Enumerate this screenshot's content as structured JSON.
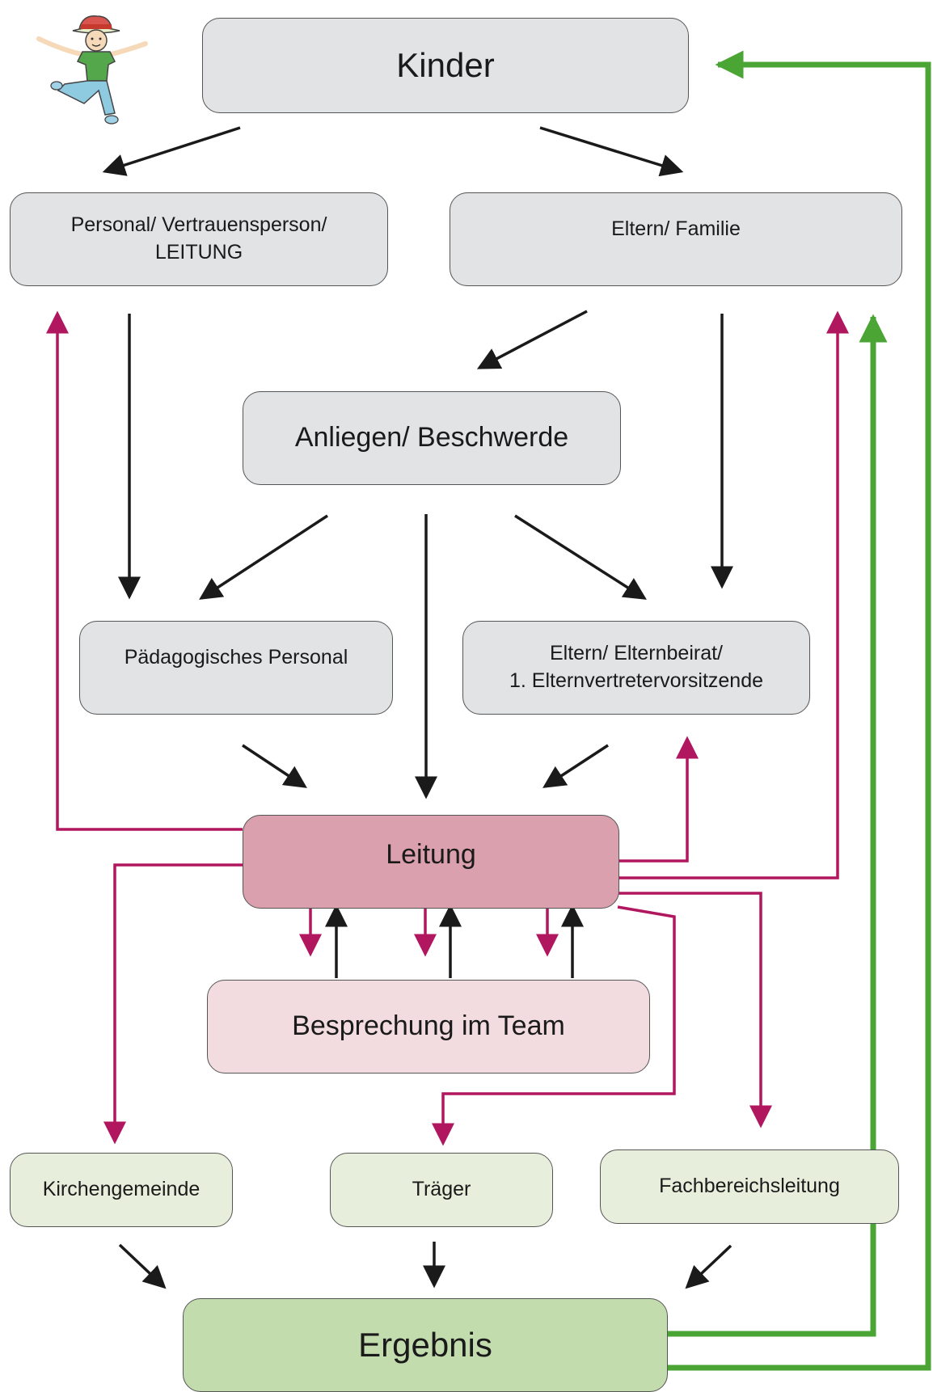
{
  "nodes": {
    "kinder": "Kinder",
    "personal": "Personal/ Vertrauensperson/\nLEITUNG",
    "eltern_familie": "Eltern/ Familie",
    "anliegen": "Anliegen/ Beschwerde",
    "paedagogisch": "Pädagogisches Personal",
    "elternbeirat": "Eltern/ Elternbeirat/\n1. Elternvertretervorsitzende",
    "leitung": "Leitung",
    "besprechung": "Besprechung im Team",
    "kirchengemeinde": "Kirchengemeinde",
    "traeger": "Träger",
    "fachbereich": "Fachbereichsleitung",
    "ergebnis": "Ergebnis"
  },
  "colors": {
    "black_arrow": "#1a1a1a",
    "magenta_arrow": "#b0175f",
    "green_arrow": "#4aa534"
  },
  "mascot": "dancing-child-illustration"
}
